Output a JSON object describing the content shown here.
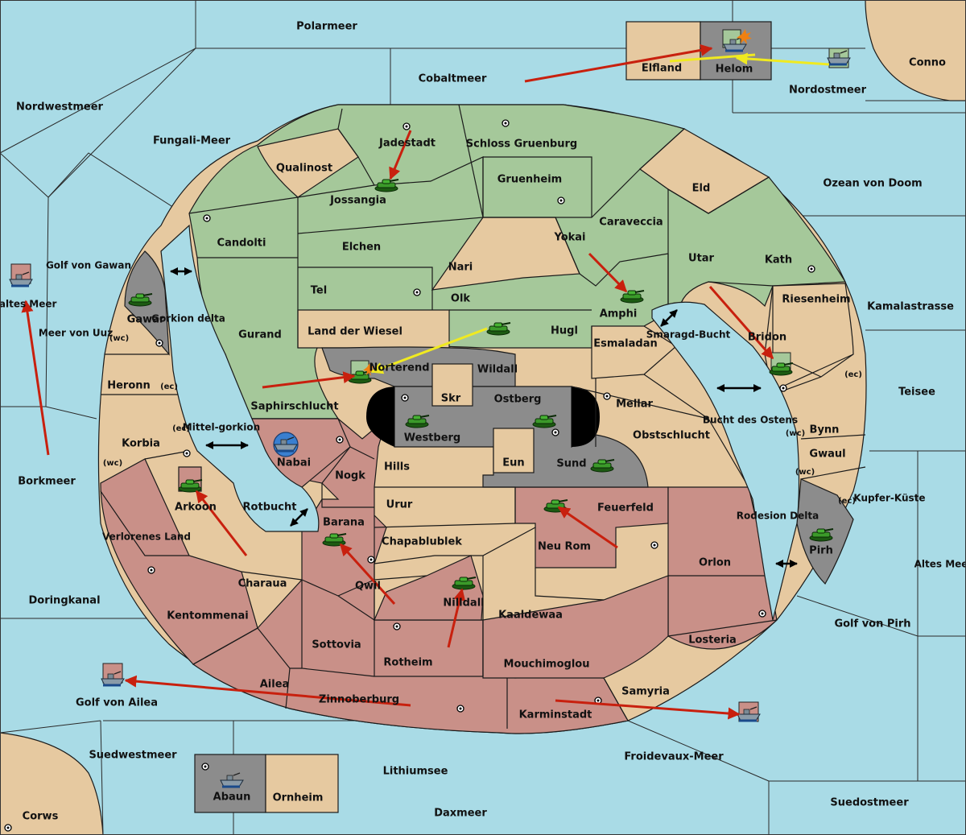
{
  "colors": {
    "sea": "#a9dbe6",
    "green": "#a5c89a",
    "tan": "#e6c9a0",
    "red": "#c99088",
    "grey": "#8c8c8c",
    "order_red": "#c8200e",
    "order_yellow": "#f0ea20"
  },
  "seas": {
    "polarmeer": "Polarmeer",
    "cobaltmeer": "Cobaltmeer",
    "nordostmeer": "Nordostmeer",
    "conno": "Conno",
    "nordwestmeer": "Nordwestmeer",
    "fungali": "Fungali-Meer",
    "ozean": "Ozean von Doom",
    "golf_gawan": "Golf von Gawan",
    "kaltes": "Kaltes Meer",
    "meer_uuz": "Meer von Uuz",
    "gorkion_delta": "Gorkion delta",
    "kamalastrasse": "Kamalastrasse",
    "smaragd": "Smaragd-Bucht",
    "teisee": "Teisee",
    "bucht_ostens": "Bucht des Ostens",
    "mittelgorkion": "Mittel-gorkion",
    "kupferkueste": "Kupfer-Küste",
    "borkmeer": "Borkmeer",
    "rotbucht": "Rotbucht",
    "rodesion": "Rodesion Delta",
    "altes": "Altes Meer",
    "doringkanal": "Doringkanal",
    "golf_pirh": "Golf von Pirh",
    "golf_ailea": "Golf von Ailea",
    "suedwestmeer": "Suedwestmeer",
    "froidevaux": "Froidevaux-Meer",
    "lithiumsee": "Lithiumsee",
    "suedostmeer": "Suedostmeer",
    "corws": "Corws",
    "daxmeer": "Daxmeer"
  },
  "provinces": {
    "elfland": "Elfland",
    "helom": "Helom",
    "jadestadt": "Jadestadt",
    "schloss": "Schloss Gruenburg",
    "qualinost": "Qualinost",
    "jossangia": "Jossangia",
    "gruenheim": "Gruenheim",
    "eld": "Eld",
    "candolti": "Candolti",
    "elchen": "Elchen",
    "caraveccia": "Caraveccia",
    "yokai": "Yokai",
    "nari": "Nari",
    "utar": "Utar",
    "kath": "Kath",
    "tel": "Tel",
    "olk": "Olk",
    "amphi": "Amphi",
    "riesenheim": "Riesenheim",
    "gawar": "Gawar",
    "gurand": "Gurand",
    "land_wiesel": "Land der Wiesel",
    "hugl": "Hugl",
    "bridon": "Bridon",
    "esmaladan": "Esmaladan",
    "norterend": "Norterend",
    "wildall": "Wildall",
    "heronn": "Heronn",
    "skr": "Skr",
    "ostberg": "Ostberg",
    "mellar": "Mellar",
    "saphirschlucht": "Saphirschlucht",
    "westberg": "Westberg",
    "obstschlucht": "Obstschlucht",
    "bynn": "Bynn",
    "korbia": "Korbia",
    "nabai": "Nabai",
    "hills": "Hills",
    "eun": "Eun",
    "sund": "Sund",
    "gwaul": "Gwaul",
    "nogk": "Nogk",
    "arkoon": "Arkoon",
    "urur": "Urur",
    "feuerfeld": "Feuerfeld",
    "barana": "Barana",
    "verlorenes": "Verlorenes Land",
    "chapablublek": "Chapablublek",
    "neu_rom": "Neu Rom",
    "orlon": "Orlon",
    "pirh": "Pirh",
    "charaua": "Charaua",
    "qwil": "Qwil",
    "nilldall": "Nilldall",
    "kentommenai": "Kentommenai",
    "kaaldewaa": "Kaaldewaa",
    "losteria": "Losteria",
    "sottovia": "Sottovia",
    "rotheim": "Rotheim",
    "mouchimoglou": "Mouchimoglou",
    "ailea": "Ailea",
    "samyria": "Samyria",
    "zinnoberburg": "Zinnoberburg",
    "karminstadt": "Karminstadt",
    "abaun": "Abaun",
    "ornheim": "Ornheim"
  },
  "coasts": {
    "wc": "(wc)",
    "ec": "(ec)"
  }
}
